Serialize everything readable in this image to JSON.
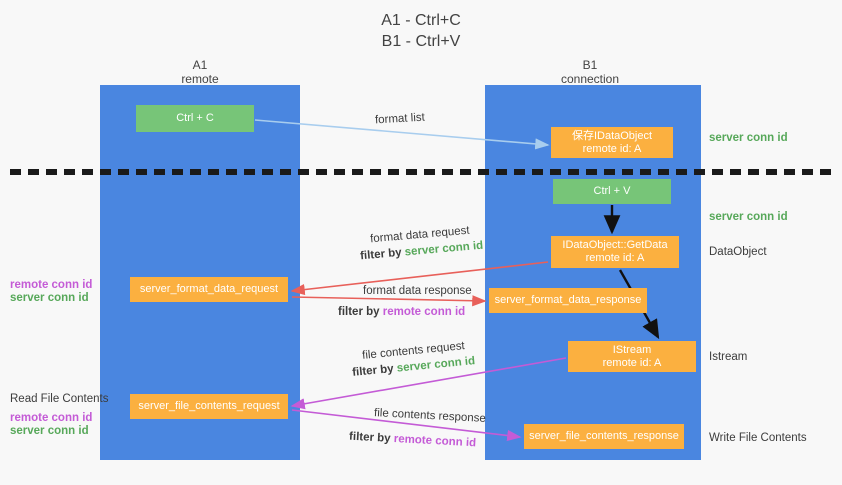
{
  "title": {
    "line1": "A1 - Ctrl+C",
    "line2": "B1 - Ctrl+V"
  },
  "colors": {
    "lane": "#4a86e0",
    "green_node": "#77c578",
    "orange_node": "#fbb040",
    "green_text": "#57a85a",
    "purple_text": "#c45bd6",
    "light_blue_arrow": "#a8cdee",
    "red_arrow": "#e8605a",
    "magenta_arrow": "#c45bd6",
    "black_arrow": "#000000",
    "background": "#f8f8f8"
  },
  "columns": [
    {
      "name": "A1",
      "sub": "remote"
    },
    {
      "name": "B1",
      "sub": "connection"
    }
  ],
  "nodes": {
    "ctrl_c": {
      "label": "Ctrl + C",
      "kind": "green"
    },
    "idataobject": {
      "line1": "保存IDataObject",
      "line2": "remote id: A",
      "kind": "orange"
    },
    "ctrl_v": {
      "label": "Ctrl + V",
      "kind": "green"
    },
    "getdata": {
      "line1": "IDataObject::GetData",
      "line2": "remote id: A",
      "kind": "orange"
    },
    "format_data_request": {
      "label": "server_format_data_request",
      "kind": "orange"
    },
    "format_data_response": {
      "label": "server_format_data_response",
      "kind": "orange"
    },
    "istream": {
      "line1": "IStream",
      "line2": "remote id: A",
      "kind": "orange"
    },
    "file_contents_request": {
      "label": "server_file_contents_request",
      "kind": "orange"
    },
    "file_contents_response": {
      "label": "server_file_contents_response",
      "kind": "orange"
    }
  },
  "edge_labels": {
    "format_list": "format list",
    "format_data_request": "format data request",
    "format_data_request_filter_pre": "filter by ",
    "format_data_request_filter_key": "server conn id",
    "format_data_response": "format data response",
    "format_data_response_filter_pre": "filter by ",
    "format_data_response_filter_key": "remote conn id",
    "file_contents_request": "file contents request",
    "file_contents_request_filter_pre": "filter by ",
    "file_contents_request_filter_key": "server conn id",
    "file_contents_response": "file contents response",
    "file_contents_response_filter_pre": "filter by ",
    "file_contents_response_filter_key": "remote conn id"
  },
  "right_labels": {
    "server_conn_id_top": "server conn id",
    "server_conn_id_mid": "server conn id",
    "dataobject": "DataObject",
    "istream": "Istream",
    "write_file_contents": "Write File Contents"
  },
  "left_labels": {
    "remote_conn_id_1": "remote conn id",
    "server_conn_id_1": "server conn id",
    "read_file_contents": "Read File Contents",
    "remote_conn_id_2": "remote conn id",
    "server_conn_id_2": "server conn id"
  }
}
